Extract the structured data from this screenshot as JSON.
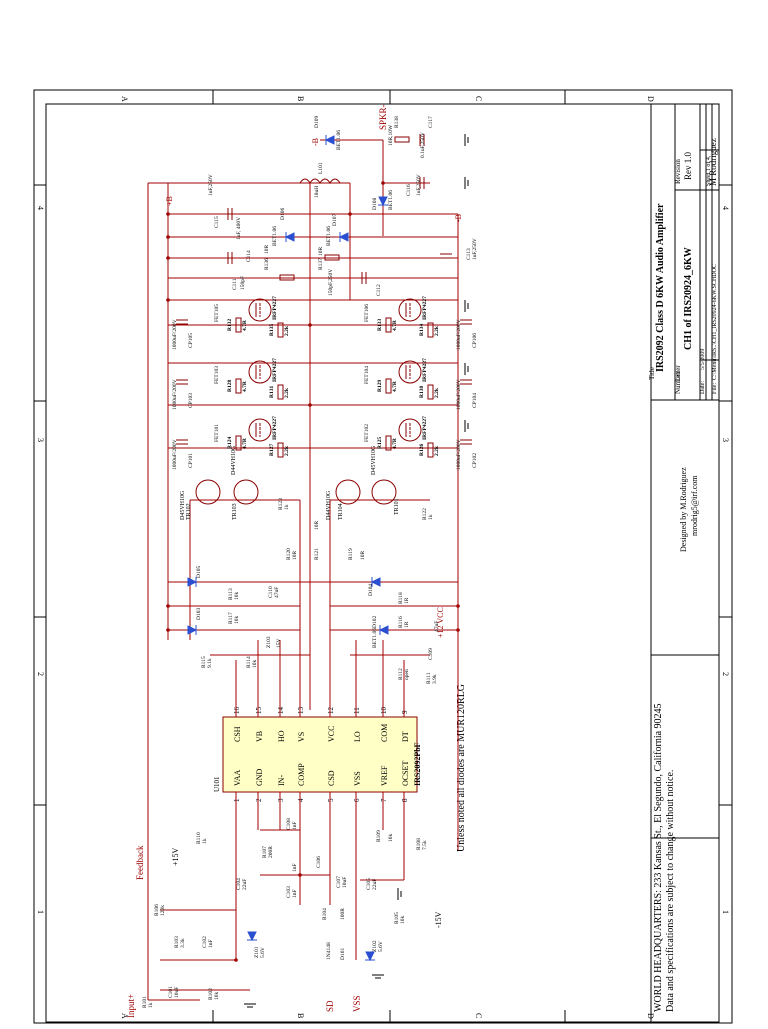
{
  "sheet": {
    "col_labels_top": [
      "D",
      "C",
      "B",
      "A"
    ],
    "col_labels_bottom": [
      "D",
      "C",
      "B",
      "A"
    ],
    "row_labels_left": [
      "1",
      "2",
      "3",
      "4"
    ],
    "row_labels_right": [
      "1",
      "2",
      "3",
      "4"
    ]
  },
  "title_block": {
    "title_label": "Title",
    "title": "IRS2092 Class D 6KW Audio Amplifier",
    "revision_label": "Revision",
    "revision": "Rev 1.0",
    "designer_short": "M Rodriguez",
    "number_label": "Number",
    "number": "CH1 of IRS20924_6KW",
    "size_label": "Letter",
    "date_label": "Date:",
    "date": "5/5/2009",
    "sheet_label": "Sheet 1 of 4",
    "file_label": "File:",
    "file": "C:\\Menu\\IRS..\\CH1_IRS20924-6KW.SCHDOC",
    "designed_by": "Designed by M.Rodriguez",
    "email": "mrodrig5@irf.com"
  },
  "hq": {
    "line1": "WORLD HEADQUARTERS: 233 Kansas St., El Segundo, California 90245",
    "line2": "Data and specifications are subject to change without notice."
  },
  "note": "Unless noted all diodes are MUR120RLG",
  "ic": {
    "ref": "U101",
    "part": "IRS2092PbF",
    "left_pins": [
      {
        "num": "1",
        "name": "VAA"
      },
      {
        "num": "2",
        "name": "GND"
      },
      {
        "num": "3",
        "name": "IN-"
      },
      {
        "num": "4",
        "name": "COMP"
      },
      {
        "num": "5",
        "name": "CSD"
      },
      {
        "num": "6",
        "name": "VSS"
      },
      {
        "num": "7",
        "name": "VREF"
      },
      {
        "num": "8",
        "name": "OCSET"
      }
    ],
    "right_pins": [
      {
        "num": "16",
        "name": "CSH"
      },
      {
        "num": "15",
        "name": "VB"
      },
      {
        "num": "14",
        "name": "HO"
      },
      {
        "num": "13",
        "name": "VS"
      },
      {
        "num": "12",
        "name": "VCC"
      },
      {
        "num": "11",
        "name": "LO"
      },
      {
        "num": "10",
        "name": "COM"
      },
      {
        "num": "9",
        "name": "DT"
      }
    ]
  },
  "nets": {
    "input": "Input+",
    "feedback": "Feedback",
    "p15v": "+15V",
    "m15v": "-15V",
    "sd": "SD",
    "vss": "VSS",
    "p12vcc": "+12 VCC",
    "pb": "+B",
    "mb": "-B",
    "mb2": "-B",
    "spkr": "SPKR-"
  },
  "mosfet_labels": [
    "IRFP4227",
    "IRFP4227",
    "IRFP4227",
    "IRFP4227",
    "IRFP4227",
    "IRFP4227"
  ],
  "fet_refs": [
    "FET101",
    "FET103",
    "FET105",
    "FET102",
    "FET104",
    "FET106"
  ],
  "cp_labels": [
    "CP101",
    "CP103",
    "CP105",
    "CP102",
    "CP104",
    "CP106"
  ],
  "cp_values": [
    "1000uF/200V",
    "1000uF/200V",
    "1000uF/200V",
    "1000uF/200V",
    "1000uF/200V",
    "1000uF/200V"
  ],
  "gate_r_top": [
    {
      "ref": "R124",
      "val": "4.7R"
    },
    {
      "ref": "R128",
      "val": "4.7R"
    },
    {
      "ref": "R132",
      "val": "4.7R"
    }
  ],
  "pull_r_top": [
    {
      "ref": "R127",
      "val": "2.2k"
    },
    {
      "ref": "R131",
      "val": "2.2k"
    },
    {
      "ref": "R135",
      "val": "2.2k"
    }
  ],
  "gate_r_bot": [
    {
      "ref": "R125",
      "val": "4.7R"
    },
    {
      "ref": "R129",
      "val": "4.7R"
    },
    {
      "ref": "R133",
      "val": "4.7R"
    }
  ],
  "pull_r_bot": [
    {
      "ref": "R126",
      "val": "2.2k"
    },
    {
      "ref": "R130",
      "val": "2.2k"
    },
    {
      "ref": "R134",
      "val": "2.2k"
    }
  ],
  "transistors": [
    {
      "ref": "TR102",
      "part": "D45VH10G"
    },
    {
      "ref": "TR103",
      "part": "D44VH10G"
    },
    {
      "ref": "TR104",
      "part": "D44VH10G"
    },
    {
      "ref": "TR101",
      "part": "D45VH10G"
    }
  ],
  "parts": {
    "r101": "R101",
    "r101v": "1k",
    "c101": "C101",
    "c101v": "10uF",
    "r103": "R103",
    "r103v": "3.3k",
    "c102": "C102",
    "c102v": "1nF",
    "r102": "R102",
    "r102v": "10k",
    "z101": "Z101",
    "z101v": "5.6V",
    "r106": "R106",
    "r106v": "120k",
    "c104": "C104",
    "c104v": "22uF",
    "c103": "C103",
    "c103v": "1nF",
    "r107": "R107",
    "r107v": "200R",
    "c108": "C108",
    "c108v": "1nF",
    "r110": "R110",
    "r110v": "1k",
    "c106": "C106",
    "c106v": "1nF",
    "c107": "C107",
    "c107v": "10uF",
    "c105": "C105",
    "c105v": "22uF",
    "r104": "R104",
    "r104v": "100R",
    "r105": "R105",
    "r105v": "10k",
    "d101": "D101",
    "d101v": "1N4148",
    "z102": "Z102",
    "z102v": "5.6V",
    "r109": "R109",
    "r109v": "10k",
    "r108": "R108",
    "r108v": "7.5k",
    "r115": "R115",
    "r115v": "9.1k",
    "r114": "R114",
    "r114v": "10k",
    "z103": "Z103",
    "z103v": "15V",
    "d103": "D103",
    "r117": "R117",
    "r117v": "10k",
    "r113": "R113",
    "r113v": "10k",
    "c110": "C110",
    "c110v": "47uF",
    "d105": "D105",
    "r123": "R123",
    "r123v": "1k",
    "r120": "R120",
    "r120v": "10R",
    "r121": "R121",
    "r121v": "10R",
    "r119": "R119",
    "r119v": "10R",
    "d104": "D104",
    "r118": "R118",
    "r118v": "1R",
    "r116": "R116",
    "r116v": "1R",
    "d102": "D102",
    "d102v": "BET1.06",
    "c109": "C109",
    "c109v": "47uF",
    "r112": "R112",
    "r112v": "open",
    "r111": "R111",
    "r111v": "3.9k",
    "r122": "R122",
    "r122v": "1k",
    "r136": "R136",
    "r136v": "10R",
    "c111": "C111",
    "c111v": "150pF",
    "r137": "R137",
    "r137v": "10R",
    "c112": "C112",
    "c112v": "150pF,250V",
    "c114": "C114",
    "c114v": "1uF, 400V",
    "d106": "D106",
    "d106v": "BET1.06",
    "d107": "D107",
    "d107v": "BET1.06",
    "c113": "C113",
    "c113v": "1uF,250V",
    "c115": "C115",
    "c115v": "1uF,250V",
    "l101": "L101",
    "l101v": "18uH",
    "d108": "D108",
    "d108v": "BET1.06",
    "c116": "C116",
    "c116v": "1uF,250V",
    "d109": "D109",
    "d109v": "BET1.06",
    "r138": "R138",
    "r138v": "10R,10W",
    "c117": "C117",
    "c117v": "0.1uF,250V"
  }
}
